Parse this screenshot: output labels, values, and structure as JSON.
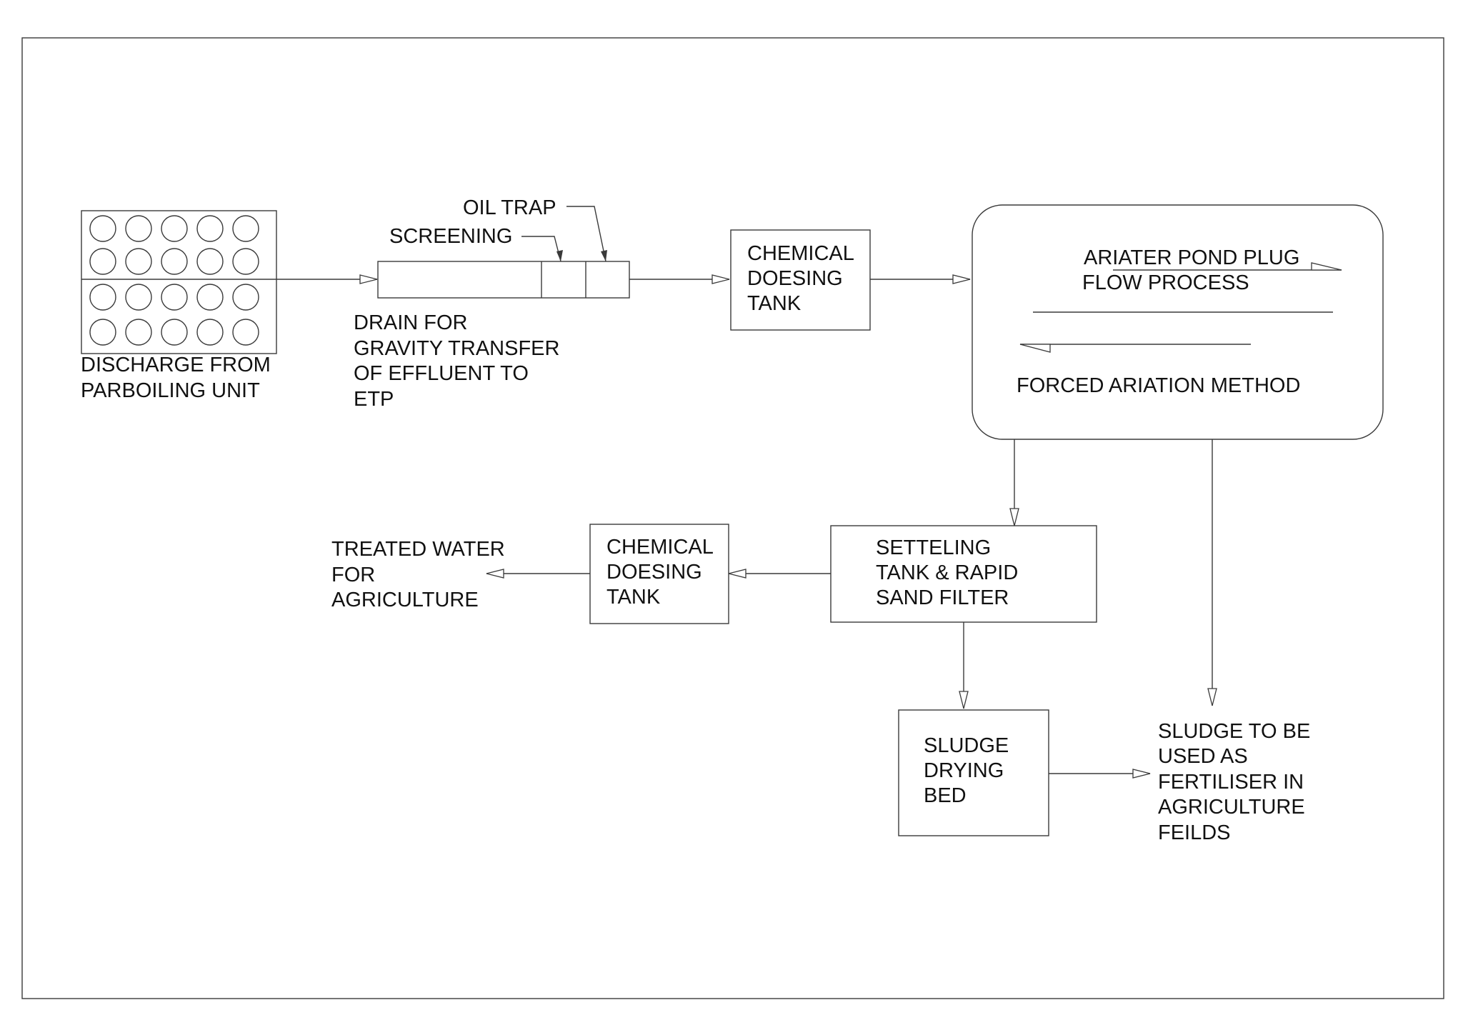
{
  "colors": {
    "line": "#3a3a3a",
    "text": "#111111",
    "background": "#ffffff"
  },
  "labels": {
    "discharge": [
      "DISCHARGE FROM",
      "PARBOILING UNIT"
    ],
    "oil_trap": "OIL  TRAP",
    "screening": "SCREENING",
    "drain": [
      "DRAIN  FOR",
      "GRAVITY TRANSFER",
      "OF EFFLUENT TO",
      "ETP"
    ],
    "chemical_dosing_1": [
      "CHEMICAL",
      "DOESING",
      "TANK"
    ],
    "pond_top": [
      "ARIATER POND PLUG",
      "FLOW PROCESS"
    ],
    "pond_bottom": "FORCED ARIATION METHOD",
    "settling": [
      "SETTELING",
      "TANK & RAPID",
      "SAND FILTER"
    ],
    "chemical_dosing_2": [
      "CHEMICAL",
      "DOESING",
      "TANK"
    ],
    "treated_water": [
      "TREATED WATER",
      "FOR",
      "AGRICULTURE"
    ],
    "sludge_bed": [
      "SLUDGE",
      "DRYING",
      "BED"
    ],
    "sludge_use": [
      "SLUDGE TO BE",
      "USED AS",
      "FERTILISER IN",
      "AGRICULTURE",
      "FEILDS"
    ]
  }
}
